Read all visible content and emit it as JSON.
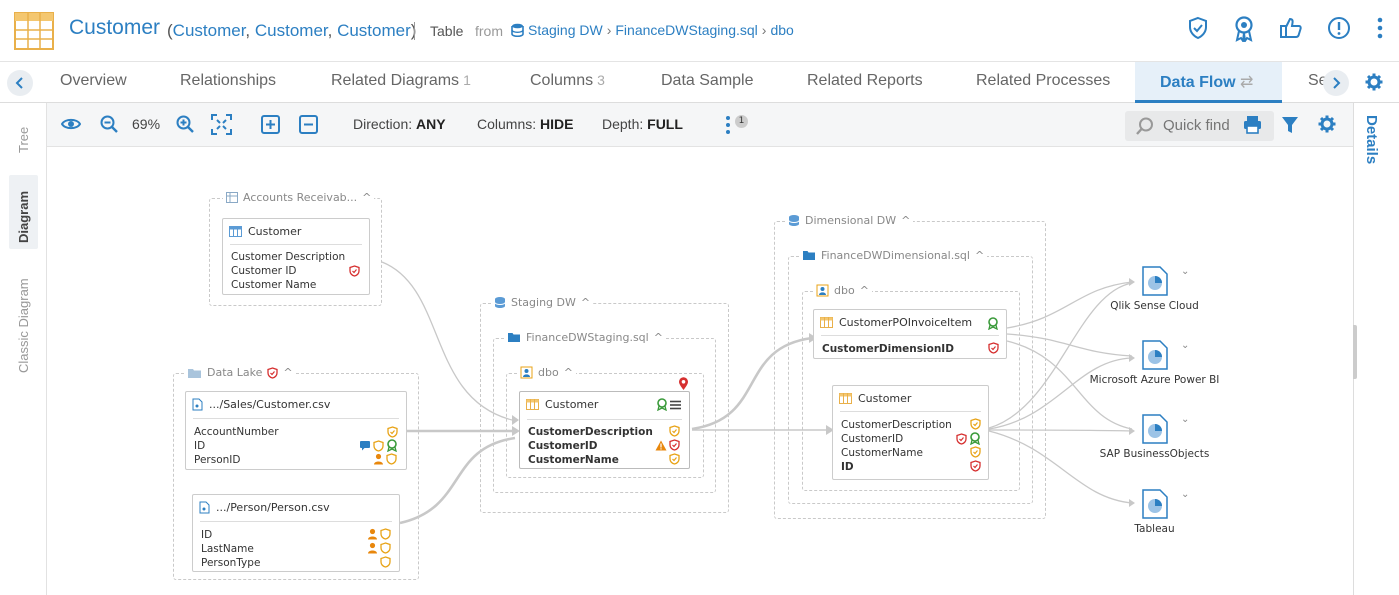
{
  "header": {
    "title": "Customer",
    "aliases": [
      "Customer",
      "Customer",
      "Customer"
    ],
    "object_type": "Table",
    "from_label": "from",
    "breadcrumb": [
      "Staging DW",
      "FinanceDWStaging.sql",
      "dbo"
    ]
  },
  "tabs": [
    {
      "label": "Overview",
      "count": ""
    },
    {
      "label": "Relationships",
      "count": ""
    },
    {
      "label": "Related Diagrams",
      "count": "1"
    },
    {
      "label": "Columns",
      "count": "3"
    },
    {
      "label": "Data Sample",
      "count": ""
    },
    {
      "label": "Related Reports",
      "count": ""
    },
    {
      "label": "Related Processes",
      "count": ""
    },
    {
      "label": "Data Flow",
      "count": ""
    },
    {
      "label": "Se",
      "count": ""
    }
  ],
  "left_tabs": [
    "Tree",
    "Diagram",
    "Classic Diagram"
  ],
  "toolbar": {
    "zoom": "69%",
    "direction_label": "Direction:",
    "direction_value": "ANY",
    "columns_label": "Columns:",
    "columns_value": "HIDE",
    "depth_label": "Depth:",
    "depth_value": "FULL",
    "more_badge": "1",
    "quick_find_placeholder": "Quick find"
  },
  "right_panel": {
    "label": "Details"
  },
  "diagram": {
    "accounts_group": "Accounts Receivab...",
    "accounts_table": {
      "name": "Customer",
      "columns": [
        "Customer Description",
        "Customer ID",
        "Customer Name"
      ]
    },
    "datalake_group": "Data Lake",
    "sales_file": {
      "name": ".../Sales/Customer.csv",
      "columns": [
        "AccountNumber",
        "ID",
        "PersonID"
      ]
    },
    "person_file": {
      "name": ".../Person/Person.csv",
      "columns": [
        "ID",
        "LastName",
        "PersonType"
      ]
    },
    "staging_group": "Staging DW",
    "staging_sql": "FinanceDWStaging.sql",
    "staging_schema": "dbo",
    "staging_table": {
      "name": "Customer",
      "columns": [
        "CustomerDescription",
        "CustomerID",
        "CustomerName"
      ]
    },
    "dim_group": "Dimensional DW",
    "dim_sql": "FinanceDWDimensional.sql",
    "dim_schema": "dbo",
    "po_table": {
      "name": "CustomerPOInvoiceItem",
      "columns": [
        "CustomerDimensionID"
      ]
    },
    "dim_customer": {
      "name": "Customer",
      "columns": [
        "CustomerDescription",
        "CustomerID",
        "CustomerName",
        "ID"
      ]
    },
    "reports": [
      "Qlik Sense Cloud",
      "Microsoft Azure Power BI",
      "SAP BusinessObjects",
      "Tableau"
    ]
  },
  "colors": {
    "accent": "#2c7fc2",
    "warn": "#e8a317",
    "danger": "#d63030",
    "cert": "#3a9a3a",
    "person": "#e8870c"
  }
}
